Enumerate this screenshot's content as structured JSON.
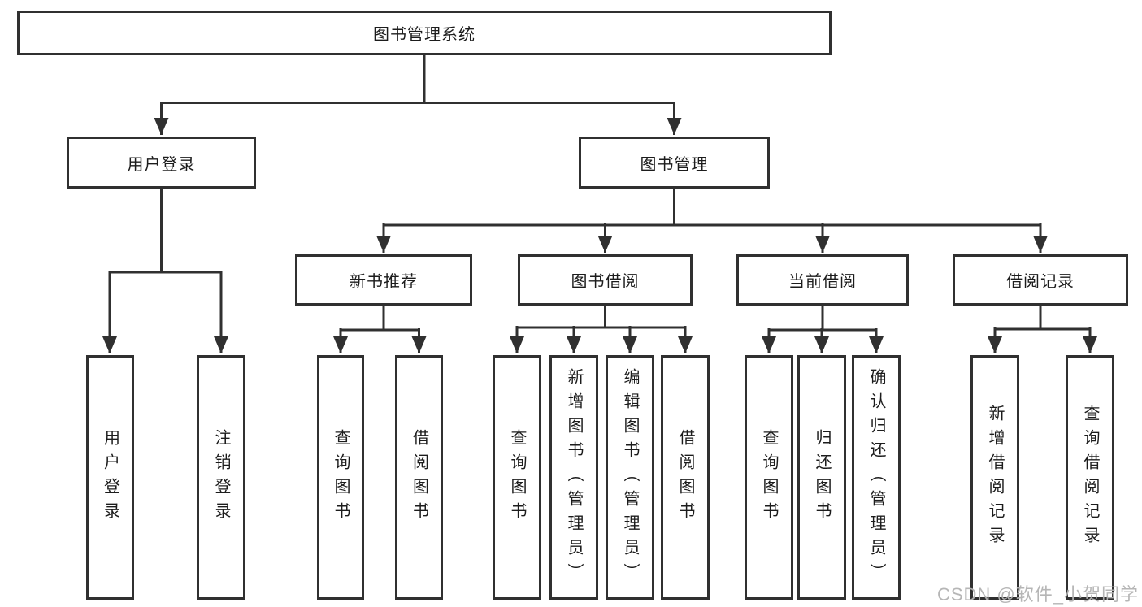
{
  "tree": {
    "root": "图书管理系统",
    "children": [
      {
        "label": "用户登录",
        "children": [
          {
            "label": "用户登录"
          },
          {
            "label": "注销登录"
          }
        ]
      },
      {
        "label": "图书管理",
        "children": [
          {
            "label": "新书推荐",
            "children": [
              {
                "label": "查询图书"
              },
              {
                "label": "借阅图书"
              }
            ]
          },
          {
            "label": "图书借阅",
            "children": [
              {
                "label": "查询图书"
              },
              {
                "label": "新增图书（管理员）"
              },
              {
                "label": "编辑图书（管理员）"
              },
              {
                "label": "借阅图书"
              }
            ]
          },
          {
            "label": "当前借阅",
            "children": [
              {
                "label": "查询图书"
              },
              {
                "label": "归还图书"
              },
              {
                "label": "确认归还（管理员）"
              }
            ]
          },
          {
            "label": "借阅记录",
            "children": [
              {
                "label": "新增借阅记录"
              },
              {
                "label": "查询借阅记录"
              }
            ]
          }
        ]
      }
    ]
  },
  "watermark": "CSDN @软件_小贺同学",
  "colors": {
    "line": "#303030",
    "box_border": "#303030",
    "text": "#1c1c1c",
    "watermark": "#b3b3b3",
    "background": "#ffffff"
  }
}
